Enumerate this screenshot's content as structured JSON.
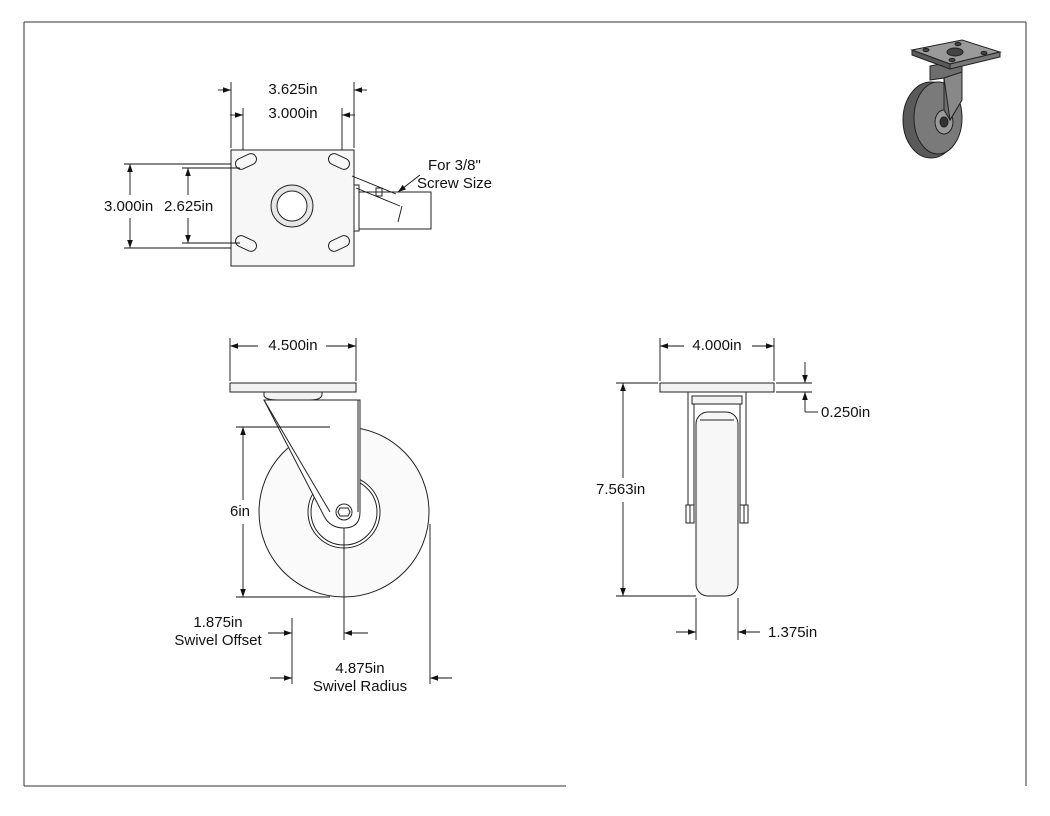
{
  "top_view": {
    "dim_outer_width": "3.625in",
    "dim_slot_width": "3.000in",
    "dim_outer_height": "3.000in",
    "dim_slot_height": "2.625in",
    "note_line1": "For 3/8\"",
    "note_line2": "Screw Size"
  },
  "side_view": {
    "dim_plate_width": "4.500in",
    "dim_wheel_diameter": "6in",
    "offset_value": "1.875in",
    "offset_label": "Swivel Offset",
    "radius_value": "4.875in",
    "radius_label": "Swivel Radius"
  },
  "front_view": {
    "dim_plate_width": "4.000in",
    "dim_height": "7.563in",
    "dim_plate_thickness": "0.250in",
    "dim_wheel_width": "1.375in"
  },
  "icons": {
    "iso_view": "caster-isometric-icon"
  }
}
